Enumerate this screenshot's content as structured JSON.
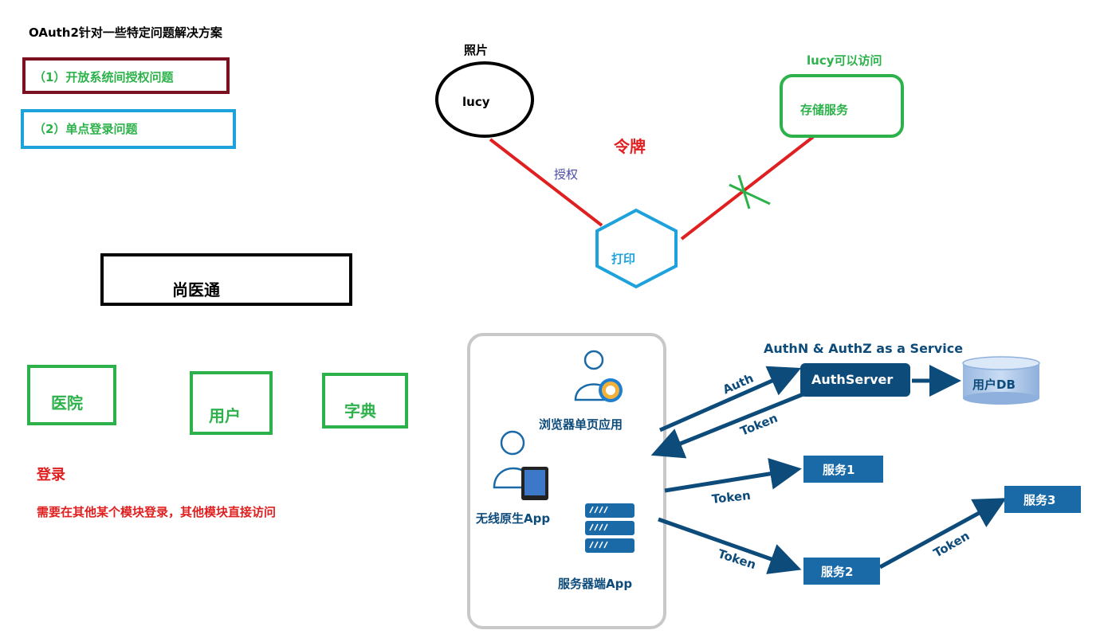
{
  "title": "OAuth2针对一些特定问题解决方案",
  "problems": [
    {
      "label": "（1）开放系统间授权问题",
      "color": "#7b1020"
    },
    {
      "label": "（2）单点登录问题",
      "color": "#1ea2dc"
    }
  ],
  "sso": {
    "system_title": "尚医通",
    "modules": [
      "医院",
      "用户",
      "字典"
    ],
    "login_heading": "登录",
    "login_desc": "需要在其他某个模块登录，其他模块直接访问"
  },
  "auth_flow": {
    "photo_label": "照片",
    "user_name": "lucy",
    "authorize_label": "授权",
    "token_label": "令牌",
    "print_label": "打印",
    "storage_label": "存储服务",
    "access_label": "lucy可以访问"
  },
  "architecture": {
    "heading": "AuthN & AuthZ as a Service",
    "auth_server": "AuthServer",
    "user_db": "用户DB",
    "clients": [
      "浏览器单页应用",
      "无线原生App",
      "服务器端App"
    ],
    "services": [
      "服务1",
      "服务2",
      "服务3"
    ],
    "auth_label": "Auth",
    "token_label": "Token"
  },
  "colors": {
    "green": "#2db24b",
    "red": "#e02020",
    "blue": "#1ea2dc",
    "dark_red": "#7b1020",
    "navy": "#0d4b7a",
    "service_blue": "#1a6aa8",
    "purple": "#4a4aa8"
  }
}
